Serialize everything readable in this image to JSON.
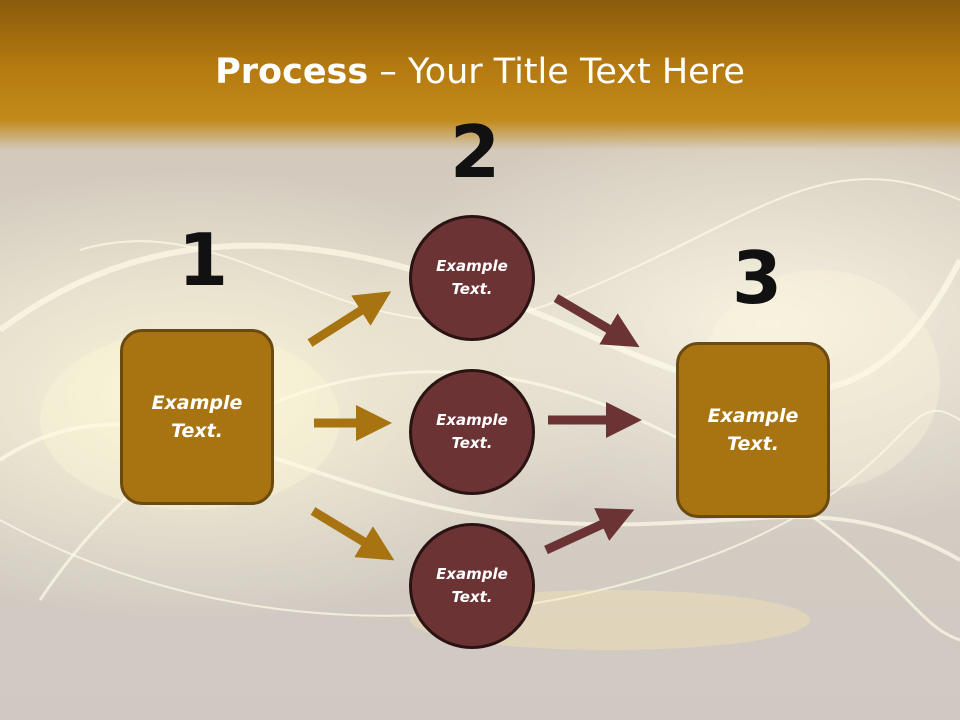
{
  "title": {
    "bold": "Process",
    "rest": " – Your Title Text Here"
  },
  "steps": [
    {
      "number": "1",
      "label": "Example\nText."
    },
    {
      "number": "2",
      "label": "Example\nText."
    },
    {
      "number": "3",
      "label": "Example\nText."
    }
  ],
  "circles": [
    {
      "label": "Example\nText."
    },
    {
      "label": "Example\nText."
    },
    {
      "label": "Example\nText."
    }
  ],
  "colors": {
    "header": "#b57a10",
    "box": "#a87412",
    "circle": "#6c3334",
    "arrow_gold": "#a87412",
    "arrow_maroon": "#6c3334"
  }
}
